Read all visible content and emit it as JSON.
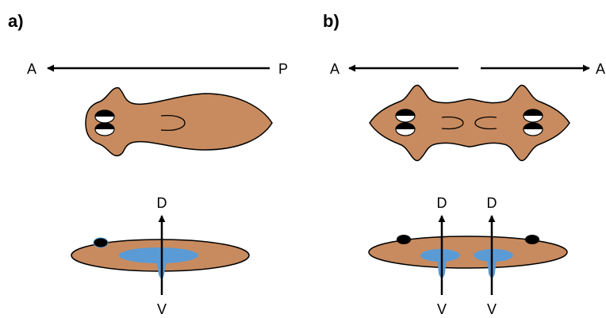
{
  "panels": [
    {
      "label": "a)",
      "axis": {
        "left": "A",
        "right": "P"
      },
      "dv": [
        {
          "top": "D",
          "bottom": "V"
        }
      ]
    },
    {
      "label": "b)",
      "axis": {
        "left": "A",
        "right": "A"
      },
      "dv": [
        {
          "top": "D",
          "bottom": "V"
        },
        {
          "top": "D",
          "bottom": "V"
        }
      ]
    }
  ],
  "colors": {
    "body": "#C88B5F",
    "gut": "#5B9BD5",
    "eye": "#000000",
    "outline": "#000000"
  }
}
